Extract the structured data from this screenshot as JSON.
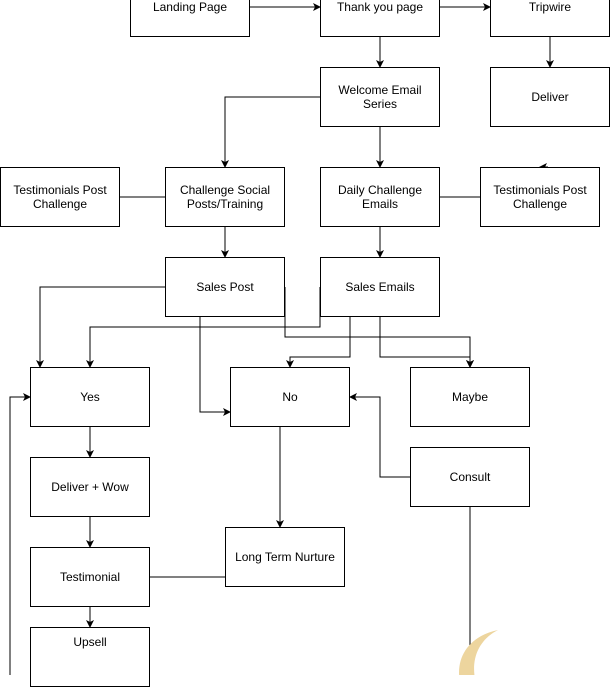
{
  "nodes": {
    "landing": "Landing Page",
    "thankyou": "Thank you page",
    "tripwire": "Tripwire",
    "welcome": "Welcome Email Series",
    "deliver": "Deliver",
    "testimonials_left": "Testimonials Post Challenge",
    "challenge_social": "Challenge Social Posts/Training",
    "daily_challenge": "Daily Challenge Emails",
    "testimonials_right": "Testimonials Post Challenge",
    "sales_post": "Sales Post",
    "sales_emails": "Sales Emails",
    "yes": "Yes",
    "no": "No",
    "maybe": "Maybe",
    "deliver_wow": "Deliver + Wow",
    "consult": "Consult",
    "long_term": "Long Term Nurture",
    "testimonial": "Testimonial",
    "upsell": "Upsell"
  },
  "colors": {
    "line": "#000000",
    "moon": "#EDD59E"
  }
}
